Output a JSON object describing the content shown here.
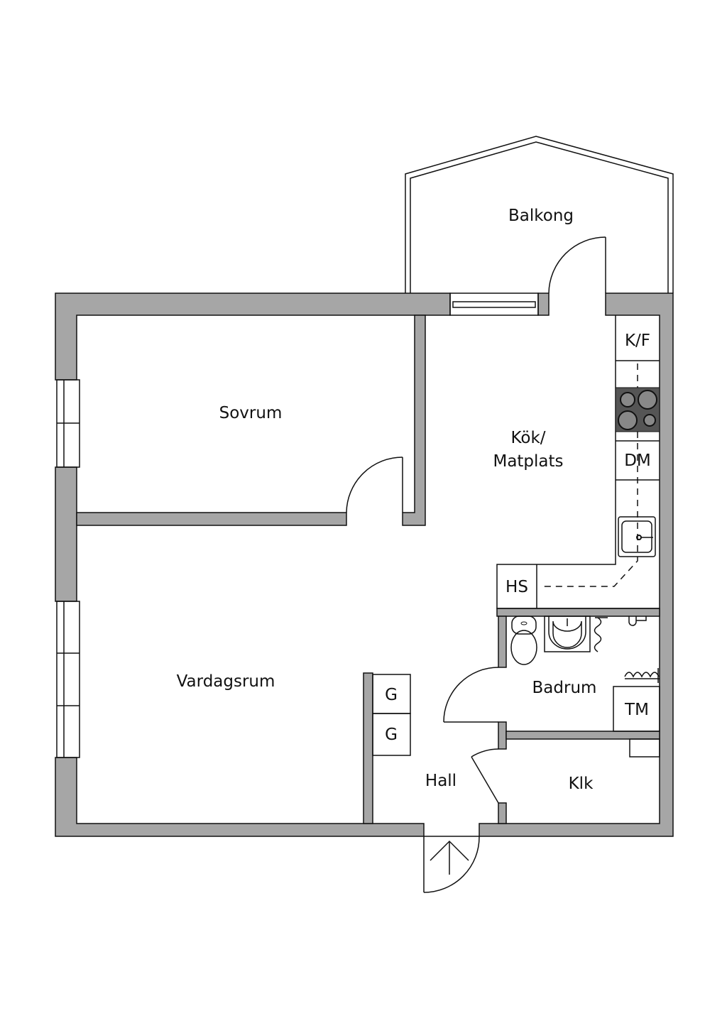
{
  "rooms": {
    "balcony": "Balkong",
    "bedroom": "Sovrum",
    "kitchen_line1": "Kök/",
    "kitchen_line2": "Matplats",
    "living": "Vardagsrum",
    "bathroom": "Badrum",
    "hall": "Hall",
    "closet": "Klk"
  },
  "fixtures": {
    "fridge_freezer": "K/F",
    "dishwasher": "DM",
    "tall_cabinet": "HS",
    "washer": "TM",
    "wardrobe_1": "G",
    "wardrobe_2": "G"
  },
  "colors": {
    "wall": "#a6a6a6",
    "stove": "#555555",
    "line": "#111111"
  }
}
